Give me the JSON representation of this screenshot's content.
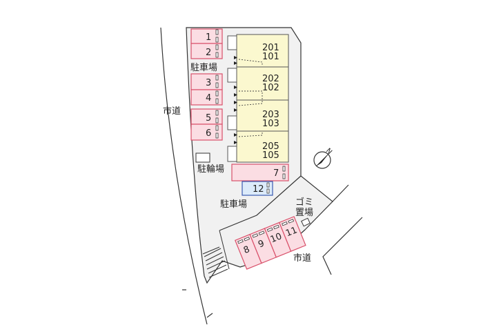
{
  "roads": {
    "left": "市道",
    "bottom": "市道"
  },
  "areas": {
    "parking_top": "駐車場",
    "parking_bottom": "駐車場",
    "bicycle": "駐輪場",
    "garbage_line1": "ゴミ",
    "garbage_line2": "置場"
  },
  "units": [
    {
      "upper": "201",
      "lower": "101"
    },
    {
      "upper": "202",
      "lower": "102"
    },
    {
      "upper": "203",
      "lower": "103"
    },
    {
      "upper": "205",
      "lower": "105"
    }
  ],
  "parking_spaces": {
    "left": [
      "1",
      "2",
      "3",
      "4",
      "5",
      "6"
    ],
    "seven": "7",
    "twelve": "12",
    "bottom": [
      "8",
      "9",
      "10",
      "11"
    ]
  },
  "compass": "N",
  "colors": {
    "parking": "#fbdde3",
    "parking_border": "#d9506a",
    "building": "#fbf8cf",
    "parking_blue": "#dcebfa",
    "lot": "#f1f1f1"
  }
}
